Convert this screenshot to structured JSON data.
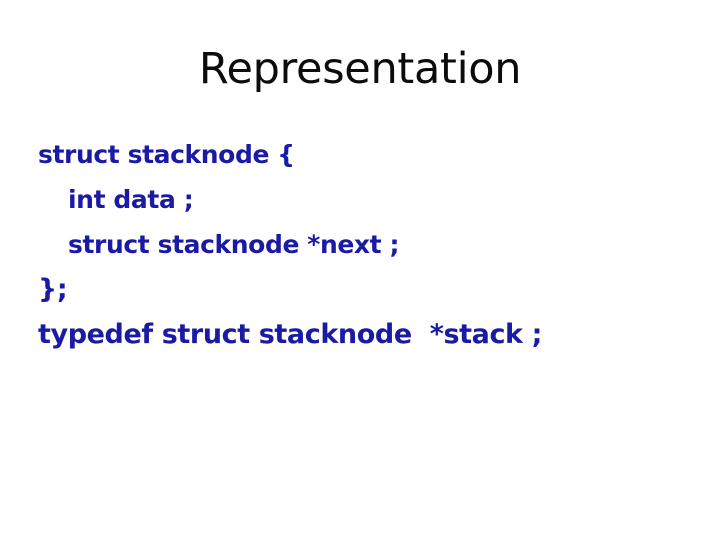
{
  "slide": {
    "background_color": "#FFFFFF",
    "title": "Representation",
    "title_color": "#0C0C0C",
    "code_color": "#1A1AA5",
    "code_lines": [
      {
        "text": "struct stacknode {",
        "indent": 0
      },
      {
        "text": "int data ;",
        "indent": 1
      },
      {
        "text": "struct stacknode *next ;",
        "indent": 1
      },
      {
        "text": "};",
        "indent": 0
      },
      {
        "text": "typedef struct stacknode  *stack ;",
        "indent": 0
      }
    ]
  }
}
